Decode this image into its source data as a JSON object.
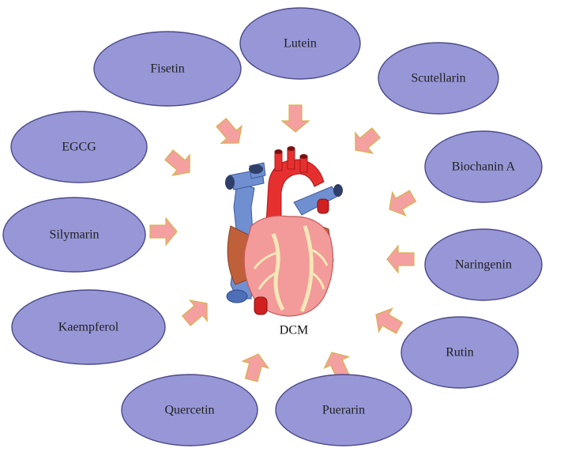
{
  "center": {
    "label": "DCM",
    "icon": "heart-icon"
  },
  "compounds": [
    {
      "id": "lutein",
      "label": "Lutein"
    },
    {
      "id": "scutellarin",
      "label": "Scutellarin"
    },
    {
      "id": "biochanin-a",
      "label": "Biochanin A"
    },
    {
      "id": "naringenin",
      "label": "Naringenin"
    },
    {
      "id": "rutin",
      "label": "Rutin"
    },
    {
      "id": "puerarin",
      "label": "Puerarin"
    },
    {
      "id": "quercetin",
      "label": "Quercetin"
    },
    {
      "id": "kaempferol",
      "label": "Kaempferol"
    },
    {
      "id": "silymarin",
      "label": "Silymarin"
    },
    {
      "id": "egcg",
      "label": "EGCG"
    },
    {
      "id": "fisetin",
      "label": "Fisetin"
    }
  ],
  "colors": {
    "node_fill": "#9797d8",
    "node_stroke": "#4a4a8a",
    "arrow_fill": "#f5a0a0",
    "arrow_stroke": "#d8b24a"
  }
}
